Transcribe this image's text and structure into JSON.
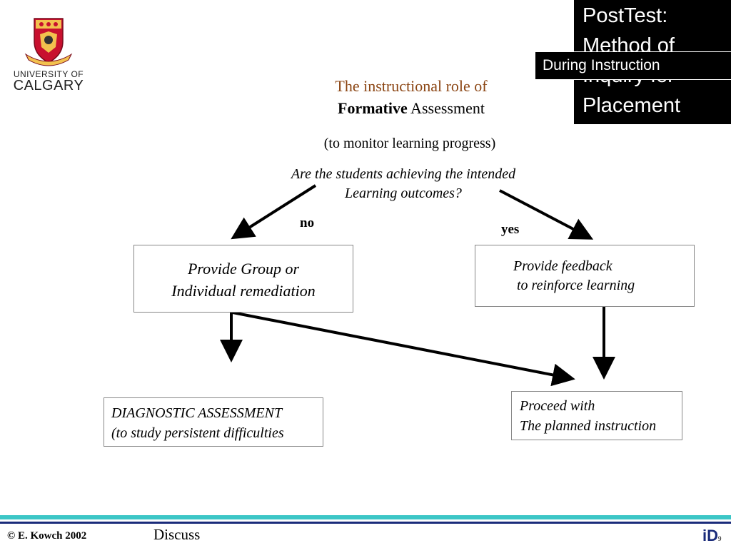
{
  "logo": {
    "line1": "UNIVERSITY OF",
    "line2": "CALGARY"
  },
  "title_box": {
    "text_line1": "PostTest:",
    "text_line2": "Method of",
    "text_line3": "Inquiry for",
    "text_line4": "Placement",
    "overlay_label": "During Instruction"
  },
  "heading": {
    "line1": "The instructional role of",
    "line2_bold": "Formative",
    "line2_rest": " Assessment",
    "subtitle": "(to monitor learning progress)"
  },
  "question": {
    "line1": "Are the students achieving the intended",
    "line2": "Learning outcomes?"
  },
  "labels": {
    "no": "no",
    "yes": "yes"
  },
  "boxes": {
    "remediation_line1": "Provide Group or",
    "remediation_line2": "Individual remediation",
    "feedback_line1": "Provide feedback",
    "feedback_line2": "to reinforce learning",
    "diagnostic_line1": "DIAGNOSTIC ASSESSMENT",
    "diagnostic_line2": "(to study persistent difficulties",
    "proceed_line1": "Proceed with",
    "proceed_line2": "The planned instruction"
  },
  "footer": {
    "copyright": "© E. Kowch 2002",
    "discuss": "Discuss",
    "brand": "iD",
    "page_num": "9"
  },
  "colors": {
    "heading": "#8b4513",
    "teal_bar": "#3cc6c6",
    "navy_bar": "#1a2b7a"
  }
}
